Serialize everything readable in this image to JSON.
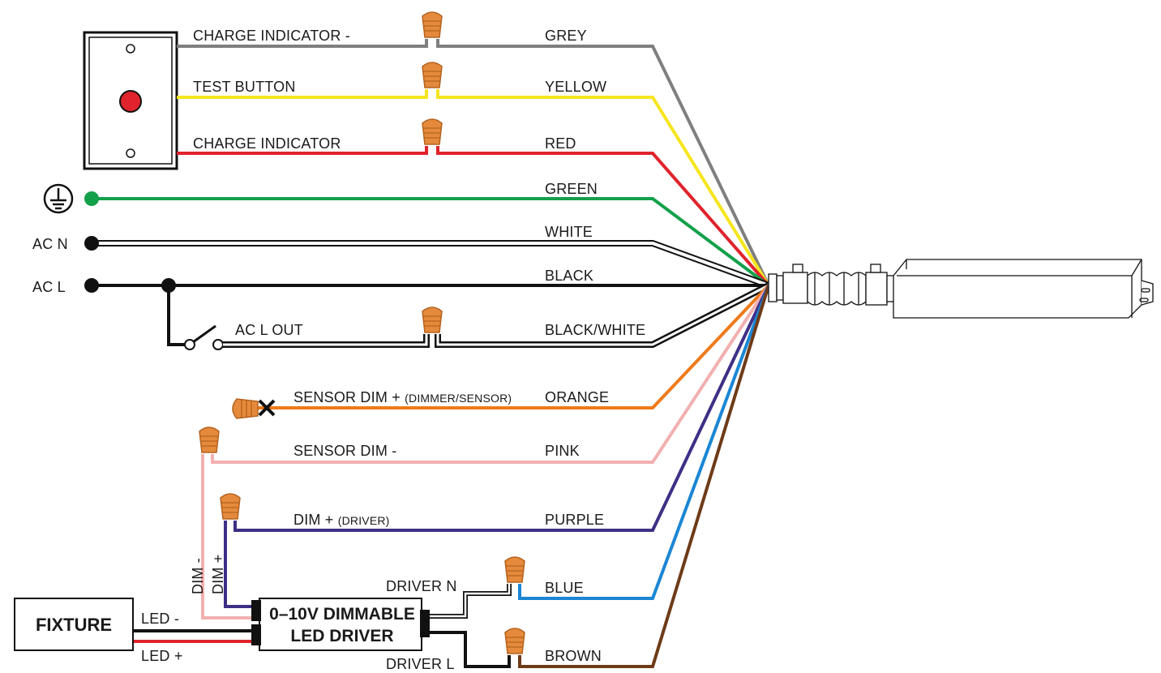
{
  "labels": {
    "charge_indicator_neg": "CHARGE INDICATOR -",
    "test_button": "TEST BUTTON",
    "charge_indicator": "CHARGE INDICATOR",
    "ac_n": "AC N",
    "ac_l": "AC L",
    "ac_l_out": "AC L OUT",
    "sensor_dim_pos": "SENSOR DIM +",
    "sensor_dim_pos_note": "(DIMMER/SENSOR)",
    "sensor_dim_neg": "SENSOR DIM -",
    "dim_pos": "DIM +",
    "dim_pos_note": "(DRIVER)",
    "dim_neg_vert": "DIM -",
    "dim_pos_vert": "DIM +",
    "driver_n": "DRIVER N",
    "driver_l": "DRIVER L",
    "led_neg": "LED -",
    "led_pos": "LED +",
    "fixture": "FIXTURE",
    "driver_line1": "0–10V DIMMABLE",
    "driver_line2": "LED DRIVER"
  },
  "wires": [
    {
      "name": "GREY",
      "color": "#7f7f7f"
    },
    {
      "name": "YELLOW",
      "color": "#f6e51e"
    },
    {
      "name": "RED",
      "color": "#e0232c"
    },
    {
      "name": "GREEN",
      "color": "#13a04a"
    },
    {
      "name": "WHITE",
      "color": "#ffffff"
    },
    {
      "name": "BLACK",
      "color": "#111111"
    },
    {
      "name": "BLACK/WHITE",
      "color": "#111111"
    },
    {
      "name": "ORANGE",
      "color": "#ef7a1a"
    },
    {
      "name": "PINK",
      "color": "#f2b0b0"
    },
    {
      "name": "PURPLE",
      "color": "#3e2f86"
    },
    {
      "name": "BLUE",
      "color": "#1b86d4"
    },
    {
      "name": "BROWN",
      "color": "#6e3b18"
    }
  ],
  "colors": {
    "wire_nut": "#e58a3c",
    "wire_nut_dark": "#b4631f",
    "test_button": "#e0232c",
    "ground_dot": "#13a04a"
  },
  "icons": [
    "ground-icon",
    "wire-nut-icon",
    "cut-wire-icon",
    "switch-icon",
    "emergency-driver-icon"
  ]
}
